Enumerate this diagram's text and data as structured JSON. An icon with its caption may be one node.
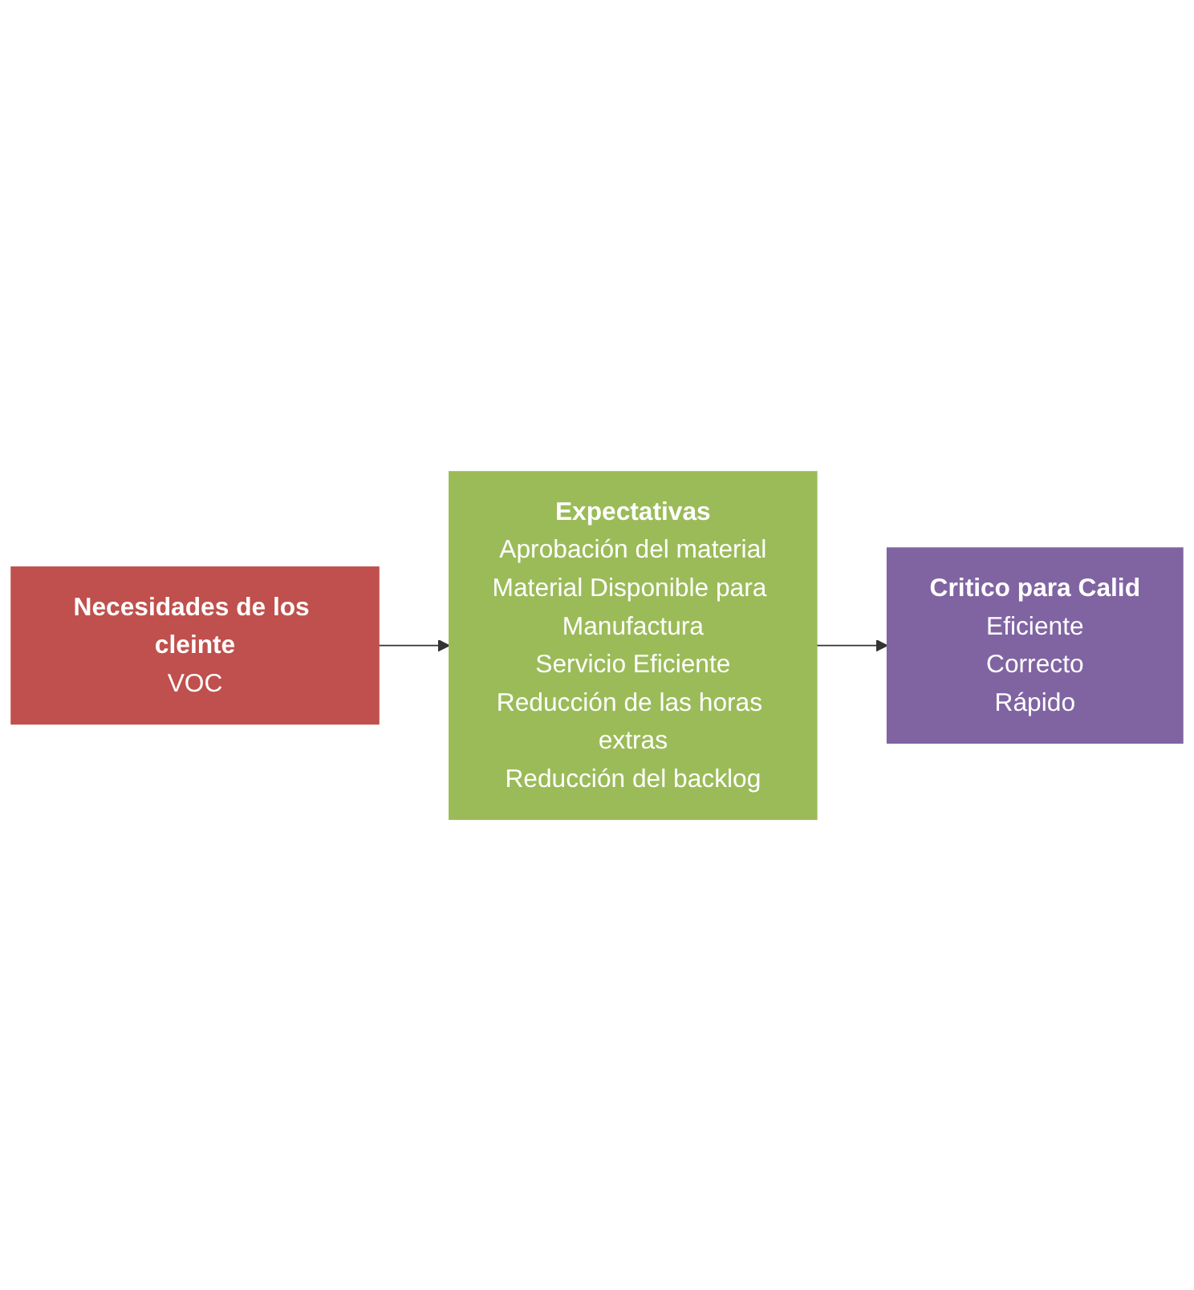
{
  "diagram": {
    "nodes": [
      {
        "text": [
          "Necesidades de los cleinte",
          "VOC"
        ]
      },
      {
        "text": [
          "Expectativas",
          "Aprobación del material",
          "Material Disponible para Manufactura",
          "Servicio Eficiente",
          "Reducción de las horas extras",
          "Reducción del backlog"
        ]
      },
      {
        "text": [
          "Critico para Calid",
          "Eficiente",
          "Correcto",
          "Rápido"
        ]
      }
    ],
    "edges": [
      {
        "from": 0,
        "to": 1,
        "arrow": "to"
      },
      {
        "from": 1,
        "to": 2,
        "arrow": "to"
      }
    ]
  }
}
